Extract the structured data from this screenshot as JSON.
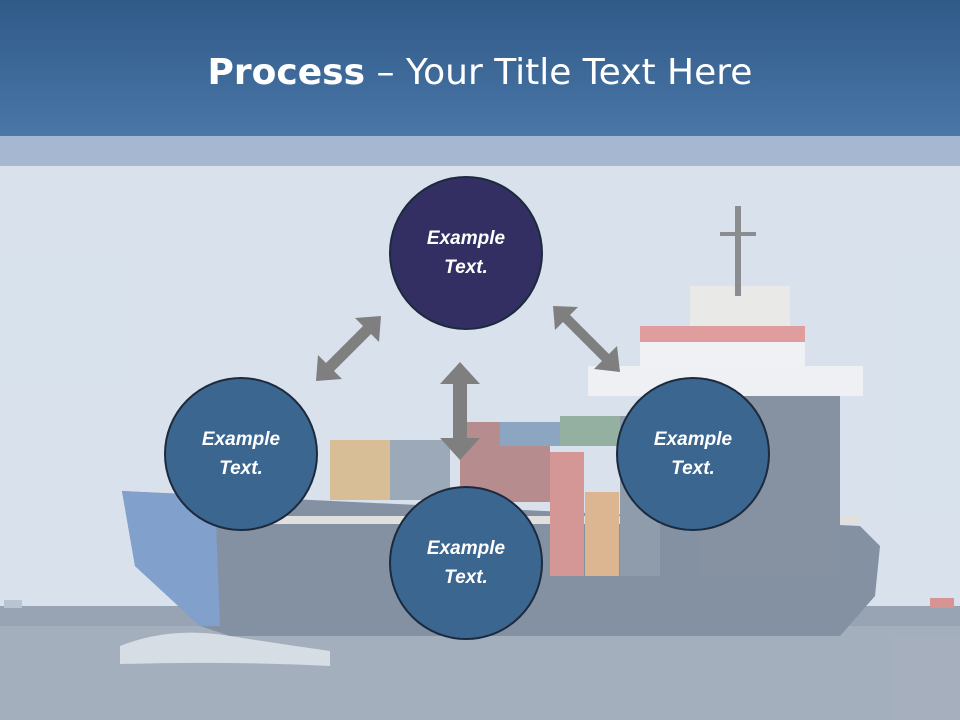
{
  "title": {
    "bold": "Process",
    "rest": " – Your Title Text Here"
  },
  "nodes": [
    {
      "id": "top",
      "line1": "Example",
      "line2": "Text."
    },
    {
      "id": "left",
      "line1": "Example",
      "line2": "Text."
    },
    {
      "id": "right",
      "line1": "Example",
      "line2": "Text."
    },
    {
      "id": "bottom",
      "line1": "Example",
      "line2": "Text."
    }
  ],
  "colors": {
    "header": "#3d6a9c",
    "band": "#a6b7d1",
    "node_top": "#332f63",
    "node": "#3b6690",
    "arrow": "#7f7f7f"
  },
  "icons": [
    "container-ship-image",
    "double-arrow-icon"
  ]
}
